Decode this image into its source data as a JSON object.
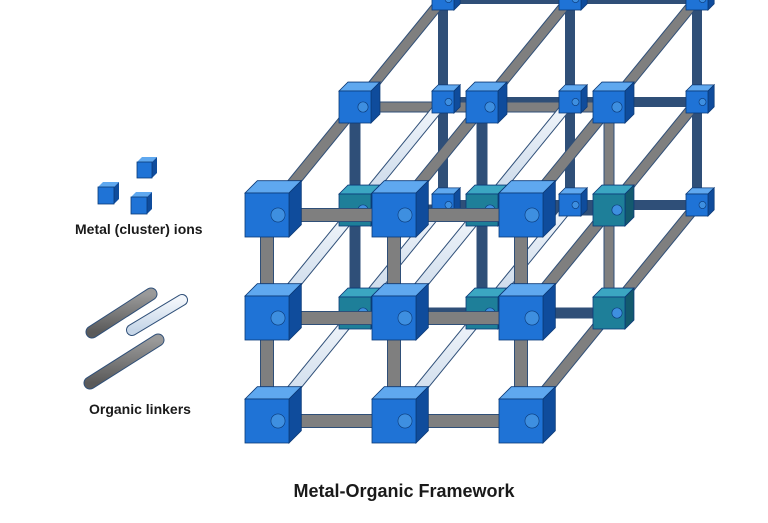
{
  "diagram": {
    "title": "Metal-Organic Framework",
    "legend": {
      "metal_ions": "Metal (cluster) ions",
      "organic_linkers": "Organic linkers"
    }
  },
  "colors": {
    "node_front": "#1f73d6",
    "node_top": "#5fa8ef",
    "node_side": "#0f4c9c",
    "inner_node": "#1e7f99",
    "linker": "#7f7f7f",
    "back_linker": "#cfe0f2"
  },
  "icons": [
    "metal-cube-icon",
    "linker-rod-icon"
  ]
}
